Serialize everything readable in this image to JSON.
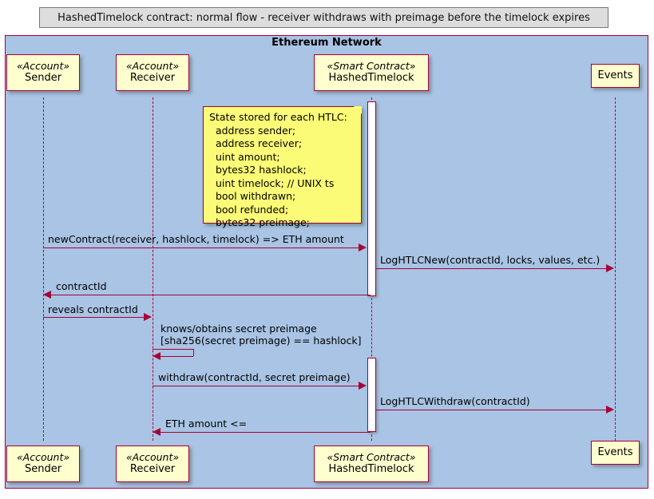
{
  "title": "HashedTimelock contract: normal flow - receiver withdraws with preimage before the timelock expires",
  "box": {
    "label": "Ethereum Network"
  },
  "colors": {
    "box_fill": "#A9C4E4",
    "participant_fill": "#FEFECE",
    "note_fill": "#FBFB77",
    "line": "#A80036",
    "title_fill": "#DDDDDD"
  },
  "participants": [
    {
      "id": "sender",
      "stereotype": "«Account»",
      "name": "Sender"
    },
    {
      "id": "receiver",
      "stereotype": "«Account»",
      "name": "Receiver"
    },
    {
      "id": "contract",
      "stereotype": "«Smart Contract»",
      "name": "HashedTimelock"
    },
    {
      "id": "events",
      "stereotype": "",
      "name": "Events"
    }
  ],
  "note": {
    "title": "State stored for each HTLC:",
    "lines": [
      "State stored for each HTLC:",
      "  address sender;",
      "  address receiver;",
      "  uint amount;",
      "  bytes32 hashlock;",
      "  uint timelock; // UNIX ts",
      "  bool withdrawn;",
      "  bool refunded;",
      "  bytes32 preimage;"
    ],
    "text": "State stored for each HTLC:\n  address sender;\n  address receiver;\n  uint amount;\n  bytes32 hashlock;\n  uint timelock; // UNIX ts\n  bool withdrawn;\n  bool refunded;\n  bytes32 preimage;"
  },
  "messages": [
    {
      "id": "m1",
      "from": "sender",
      "to": "contract",
      "direction": "right",
      "label": "newContract(receiver, hashlock, timelock) => ETH amount"
    },
    {
      "id": "m2",
      "from": "contract",
      "to": "events",
      "direction": "right",
      "label": "LogHTLCNew(contractId, locks, values, etc.)"
    },
    {
      "id": "m3",
      "from": "contract",
      "to": "sender",
      "direction": "left",
      "label": "contractId"
    },
    {
      "id": "m4",
      "from": "sender",
      "to": "receiver",
      "direction": "right",
      "label": "reveals contractId"
    },
    {
      "id": "m5",
      "from": "receiver",
      "to": "receiver",
      "direction": "self",
      "label_line1": "knows/obtains secret preimage",
      "label_line2": "[sha256(secret preimage) == hashlock]"
    },
    {
      "id": "m6",
      "from": "receiver",
      "to": "contract",
      "direction": "right",
      "label": "withdraw(contractId, secret preimage)"
    },
    {
      "id": "m7",
      "from": "contract",
      "to": "events",
      "direction": "right",
      "label": "LogHTLCWithdraw(contractId)"
    },
    {
      "id": "m8",
      "from": "contract",
      "to": "receiver",
      "direction": "left",
      "label": "ETH amount <="
    }
  ]
}
